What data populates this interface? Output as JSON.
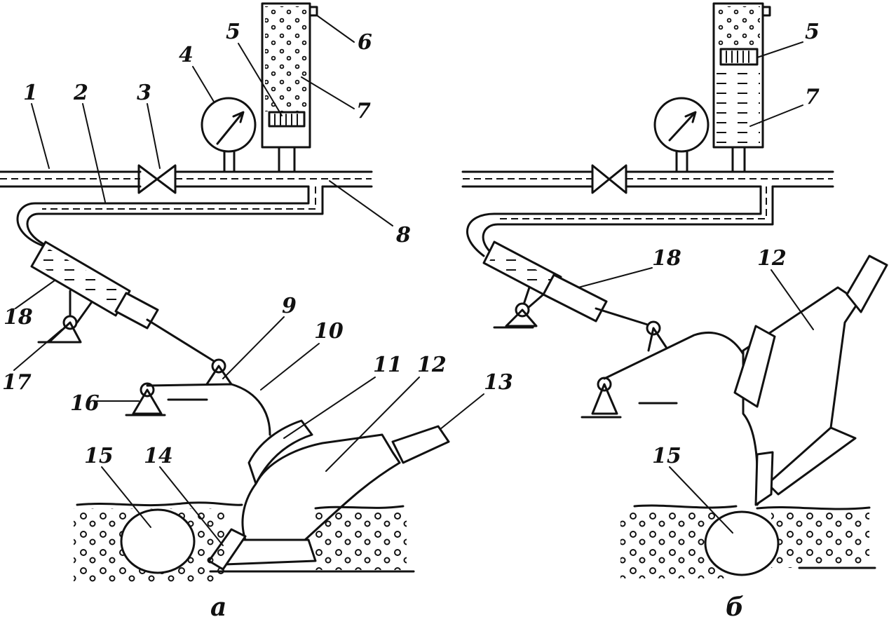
{
  "figure": {
    "panel_a": {
      "caption": "а",
      "labels": [
        "1",
        "2",
        "3",
        "4",
        "5",
        "6",
        "7",
        "8",
        "9",
        "10",
        "11",
        "12",
        "13",
        "14",
        "15",
        "16",
        "17",
        "18"
      ]
    },
    "panel_b": {
      "caption": "б",
      "labels": [
        "5",
        "7",
        "18",
        "12",
        "15"
      ]
    }
  }
}
